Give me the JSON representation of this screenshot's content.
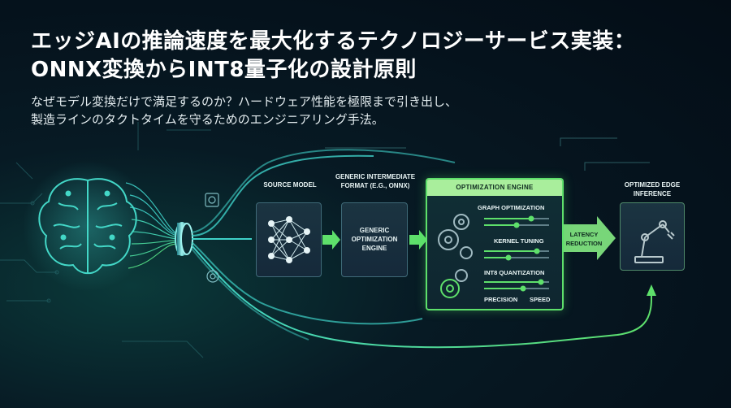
{
  "header": {
    "title_line1": "エッジAIの推論速度を最大化するテクノロジーサービス実装：",
    "title_line2": "ONNX変換からINT8量子化の設計原則",
    "subtitle_line1": "なぜモデル変換だけで満足するのか？ハードウェア性能を極限まで引き出し、",
    "subtitle_line2": "製造ラインのタクトタイムを守るためのエンジニアリング手法。"
  },
  "diagram": {
    "source_model": "SOURCE MODEL",
    "generic_format": "GENERIC INTERMEDIATE FORMAT (e.g., ONNX)",
    "generic_engine": "GENERIC OPTIMIZATION ENGINE",
    "optimization_engine": {
      "title": "OPTIMIZATION ENGINE",
      "graph": "GRAPH OPTIMIZATION",
      "kernel": "KERNEL TUNING",
      "int8": "INT8 QUANTIZATION",
      "precision": "PRECISION",
      "speed": "SPEED"
    },
    "latency": "LATENCY REDUCTION",
    "optimized": "OPTIMIZED EDGE INFERENCE"
  },
  "colors": {
    "accent_green": "#5ee06b",
    "teal": "#3fd1c8",
    "box_border": "#3f6a78"
  }
}
